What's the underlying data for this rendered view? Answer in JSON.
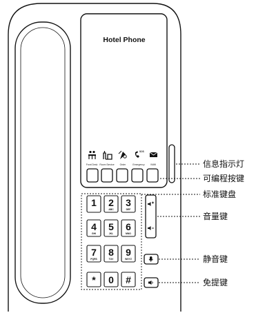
{
  "screen": {
    "title": "Hotel Phone"
  },
  "function_keys": [
    {
      "label": "Front Desk",
      "icon": "person-desk-icon"
    },
    {
      "label": "Room Service",
      "icon": "room-service-icon"
    },
    {
      "label": "Order",
      "icon": "order-meal-icon"
    },
    {
      "label": "Emergency",
      "icon": "sos-phone-icon"
    },
    {
      "label": "VMW",
      "icon": "envelope-icon"
    }
  ],
  "keypad": [
    {
      "num": "1",
      "letters": ""
    },
    {
      "num": "2",
      "letters": "ABC"
    },
    {
      "num": "3",
      "letters": "DEF"
    },
    {
      "num": "4",
      "letters": "GHI"
    },
    {
      "num": "5",
      "letters": "JKL"
    },
    {
      "num": "6",
      "letters": "MNO"
    },
    {
      "num": "7",
      "letters": "PQRS"
    },
    {
      "num": "8",
      "letters": "TUV"
    },
    {
      "num": "9",
      "letters": "WXYZ"
    },
    {
      "num": "*",
      "letters": ""
    },
    {
      "num": "0",
      "letters": ""
    },
    {
      "num": "#",
      "letters": ""
    }
  ],
  "callouts": {
    "indicator": "信息指示灯",
    "programmable": "可编程按键",
    "keypad": "标准键盘",
    "volume": "音量键",
    "mute": "静音键",
    "handsfree": "免提键"
  }
}
